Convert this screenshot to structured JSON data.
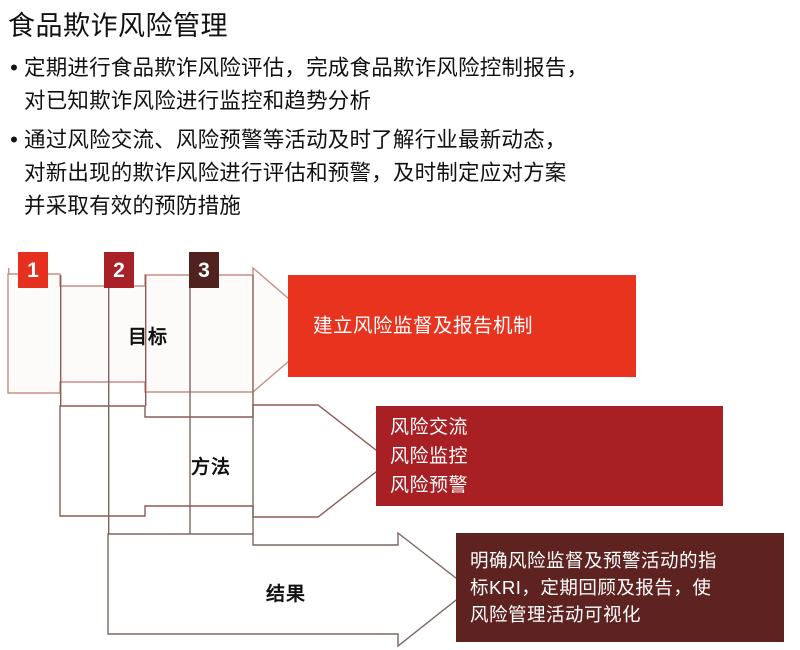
{
  "slide": {
    "title": "食品欺诈风险管理",
    "bullets": [
      {
        "marker": "•",
        "lines": [
          "定期进行食品欺诈风险评估，完成食品欺诈风险控制报告，",
          "对已知欺诈风险进行监控和趋势分析"
        ]
      },
      {
        "marker": "•",
        "lines": [
          "通过风险交流、风险预警等活动及时了解行业最新动态，",
          "对新出现的欺诈风险进行评估和预警，及时制定应对方案",
          "并采取有效的预防措施"
        ]
      }
    ]
  },
  "diagram": {
    "type": "nested-chevron-process",
    "steps": [
      {
        "number": "1",
        "chip_color": "#E5301F",
        "stage_label": "目标",
        "arrow_stroke": "#C98F86",
        "result_text_lines": [
          "建立风险监督及报告机制"
        ],
        "result_color": "#E8331F"
      },
      {
        "number": "2",
        "chip_color": "#A72126",
        "stage_label": "方法",
        "arrow_stroke": "#8E5A55",
        "result_text_lines": [
          "风险交流",
          "风险监控",
          "风险预警"
        ],
        "result_color": "#A81F24"
      },
      {
        "number": "3",
        "chip_color": "#4F211F",
        "stage_label": "结果",
        "arrow_stroke": "#7C6663",
        "result_text_lines": [
          "明确风险监督及预警活动的指",
          "标KRI，定期回顾及报告，使",
          "风险管理活动可视化"
        ],
        "result_color": "#5E2321"
      }
    ]
  }
}
